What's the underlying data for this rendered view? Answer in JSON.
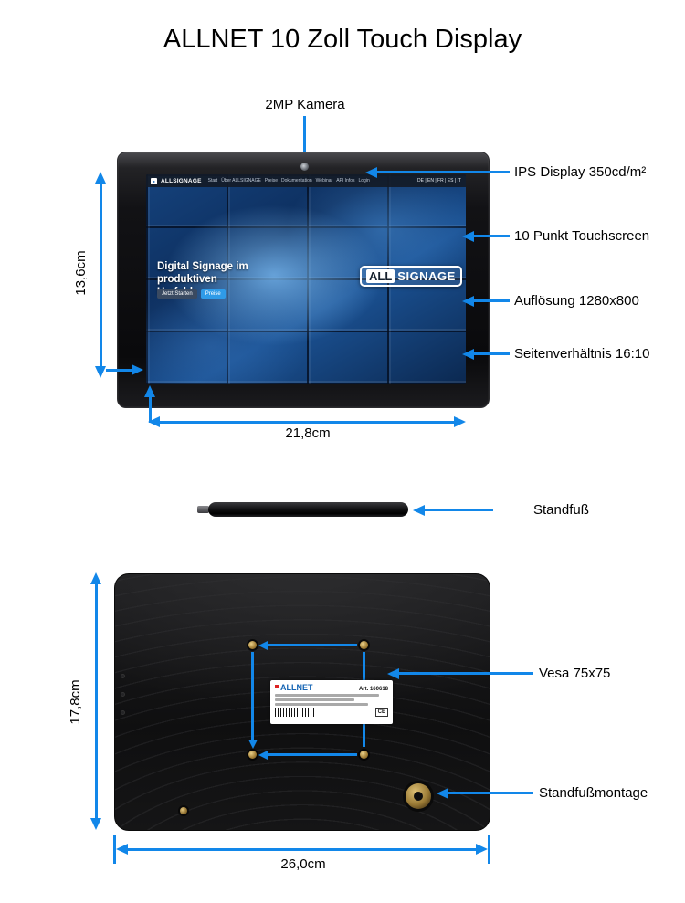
{
  "colors": {
    "accent": "#1287e9"
  },
  "title": "ALLNET 10 Zoll Touch Display",
  "front": {
    "camera_label": "2MP Kamera",
    "callout_ips": "IPS Display 350cd/m²",
    "callout_touch": "10 Punkt Touchscreen",
    "callout_resolution": "Auflösung 1280x800",
    "callout_aspect": "Seitenverhältnis 16:10",
    "dim_height": "13,6cm",
    "dim_width": "21,8cm",
    "screen": {
      "logo_mark": "▶",
      "brand": "ALLSIGNAGE",
      "nav_items": [
        "Start",
        "Über ALLSIGNAGE",
        "Preise",
        "Dokumentation",
        "Webinar",
        "API Infos",
        "Login"
      ],
      "languages": "DE | EN | FR | ES | IT",
      "headline": "Digital Signage im produktiven Umfeld",
      "btn_start": "Jetzt Starten",
      "btn_preise": "Preise",
      "logo_all": "ALL",
      "logo_signage": "SIGNAGE"
    }
  },
  "stand": {
    "label": "Standfuß"
  },
  "back": {
    "callout_vesa": "Vesa 75x75",
    "callout_mount": "Standfußmontage",
    "dim_height": "17,8cm",
    "dim_width": "26,0cm",
    "sticker": {
      "brand": "ALLNET",
      "art_no": "Art. 160618",
      "ce": "CE"
    }
  }
}
